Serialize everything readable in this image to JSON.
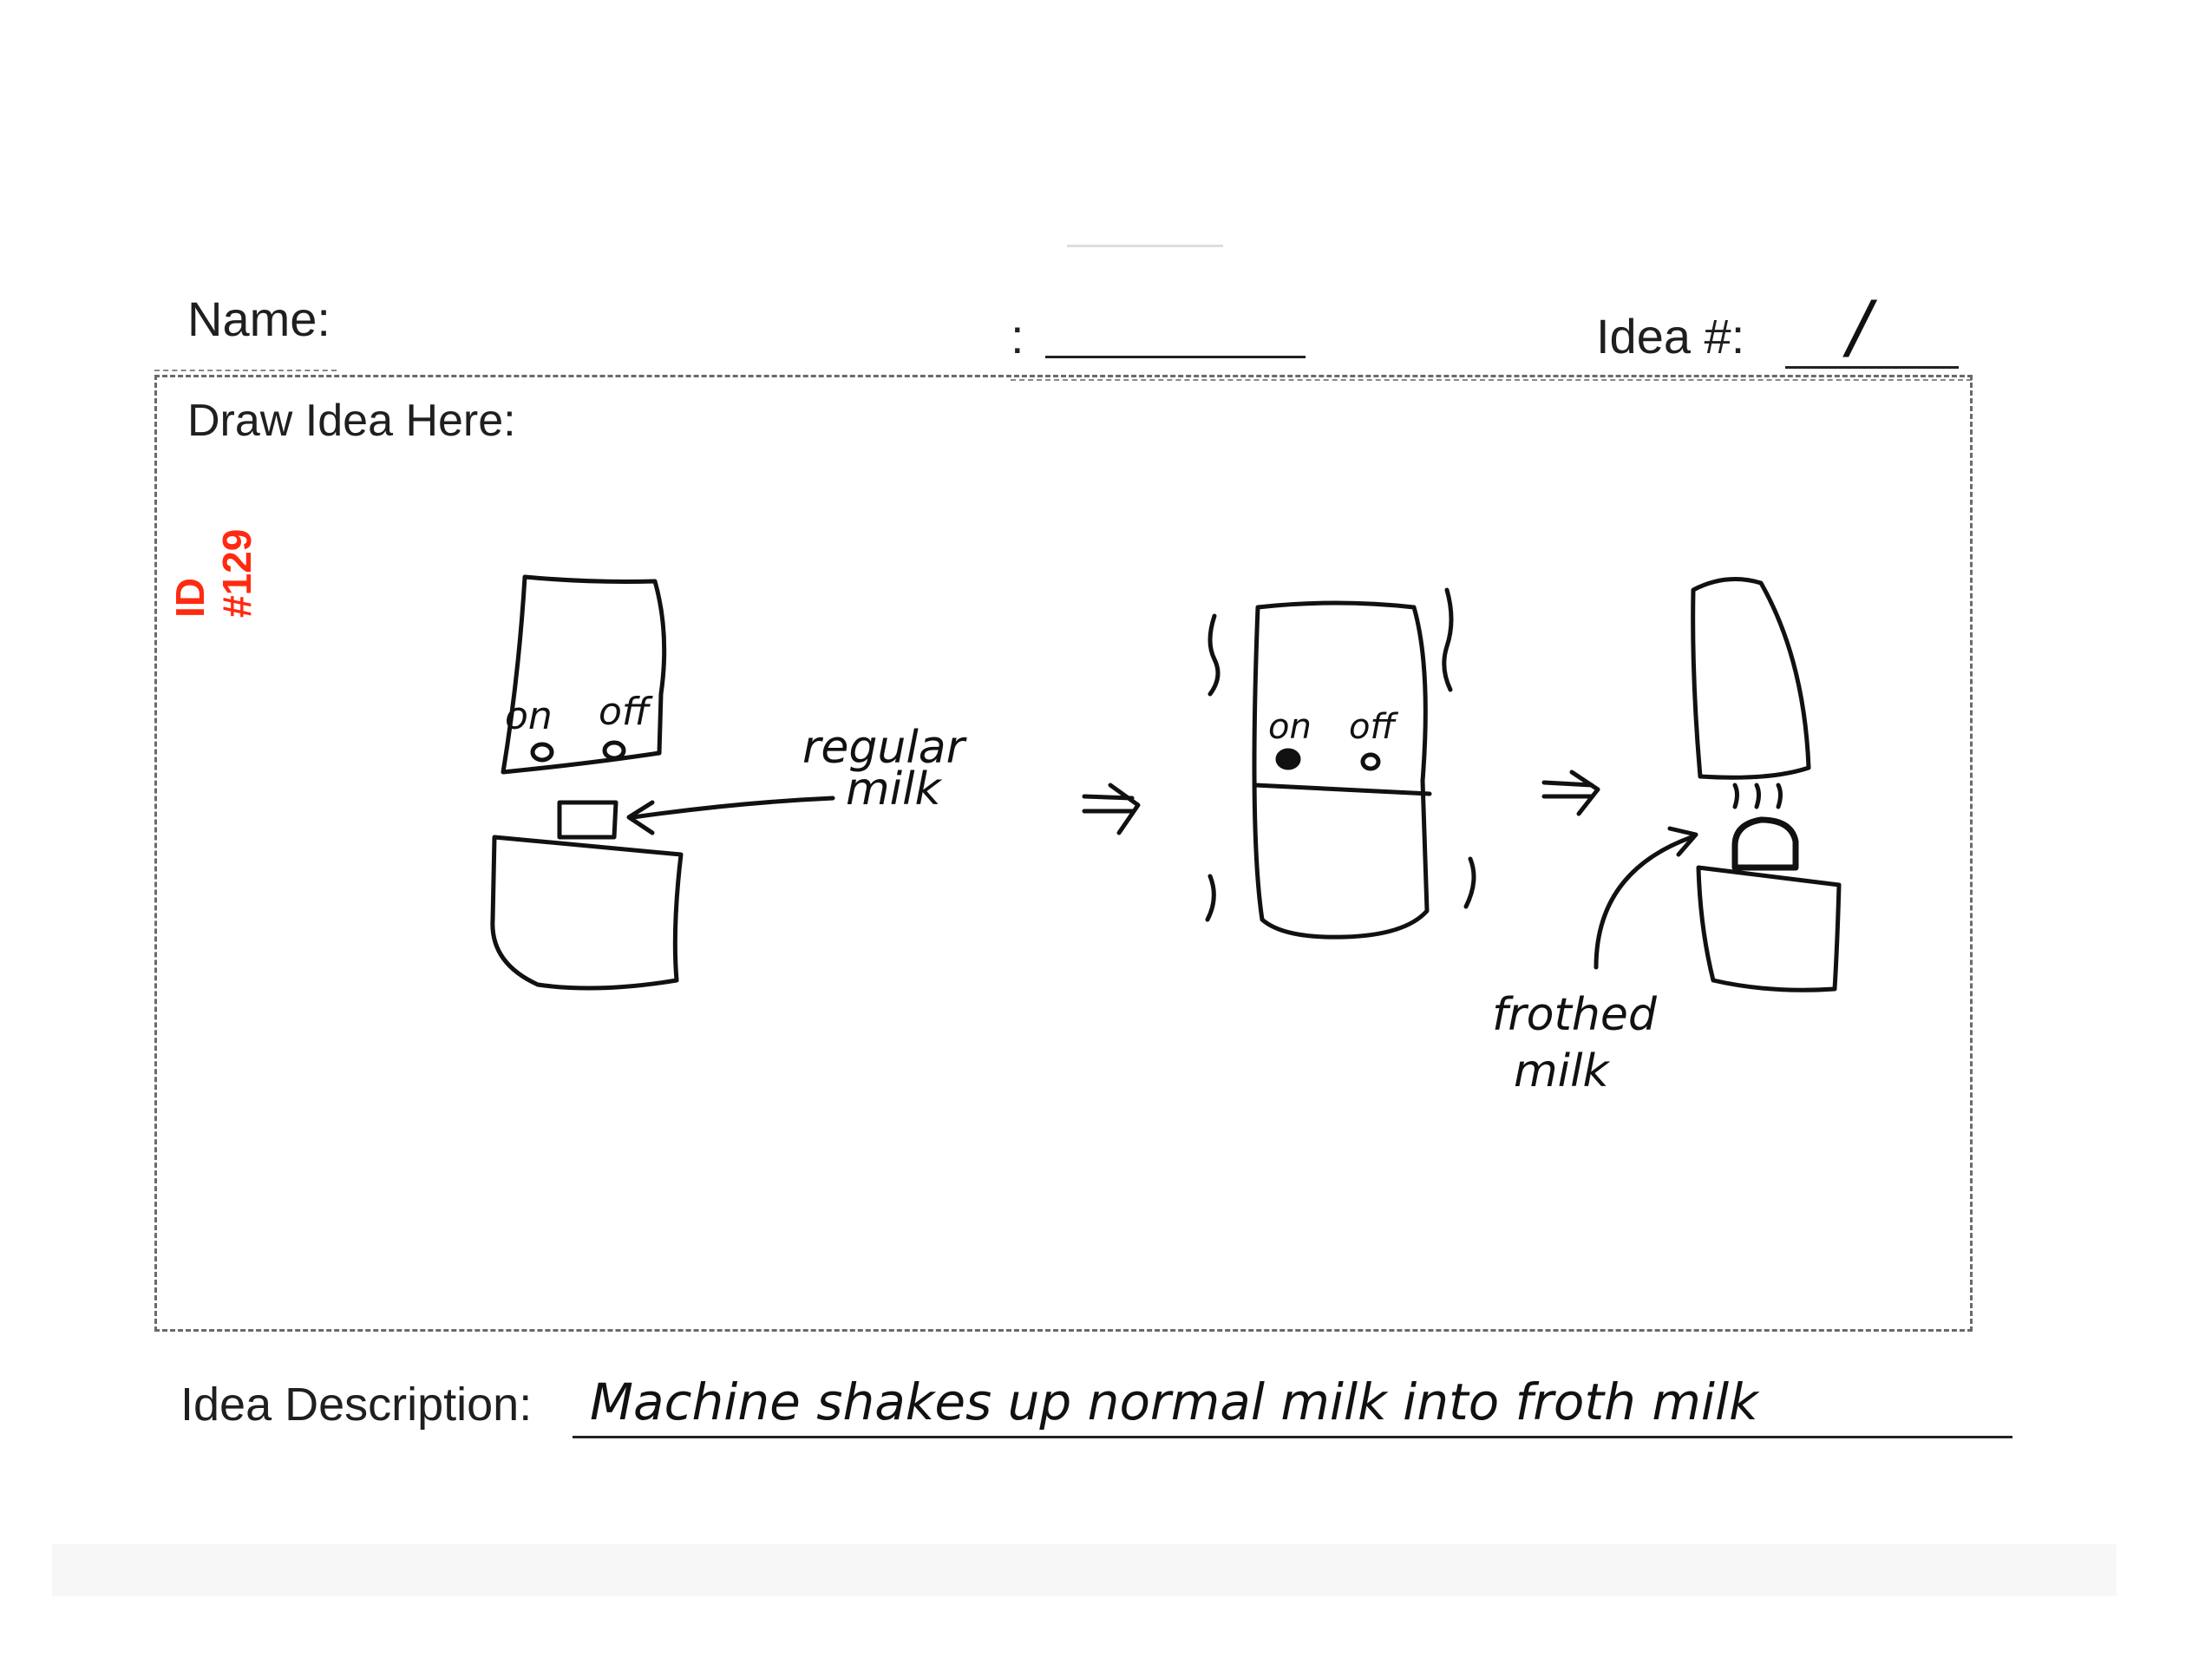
{
  "header": {
    "name_label": "Name:",
    "colon": ":",
    "idea_number_label": "Idea #:",
    "idea_number_value": "/"
  },
  "draw_area": {
    "label": "Draw Idea Here:"
  },
  "stamp": {
    "line1": "ID",
    "line2": "#129"
  },
  "sketch_labels": {
    "on1": "on",
    "off1": "off",
    "regular_milk_1": "regular",
    "regular_milk_2": "milk",
    "on2": "on",
    "off2": "off",
    "frothed_milk_1": "frothed",
    "frothed_milk_2": "milk"
  },
  "description": {
    "label": "Idea Description:",
    "value": "Machine shakes up normal milk into froth milk"
  },
  "colors": {
    "ink": "#111111",
    "stamp_red": "#ff2a10",
    "frame_gray": "#6a6a6a"
  }
}
